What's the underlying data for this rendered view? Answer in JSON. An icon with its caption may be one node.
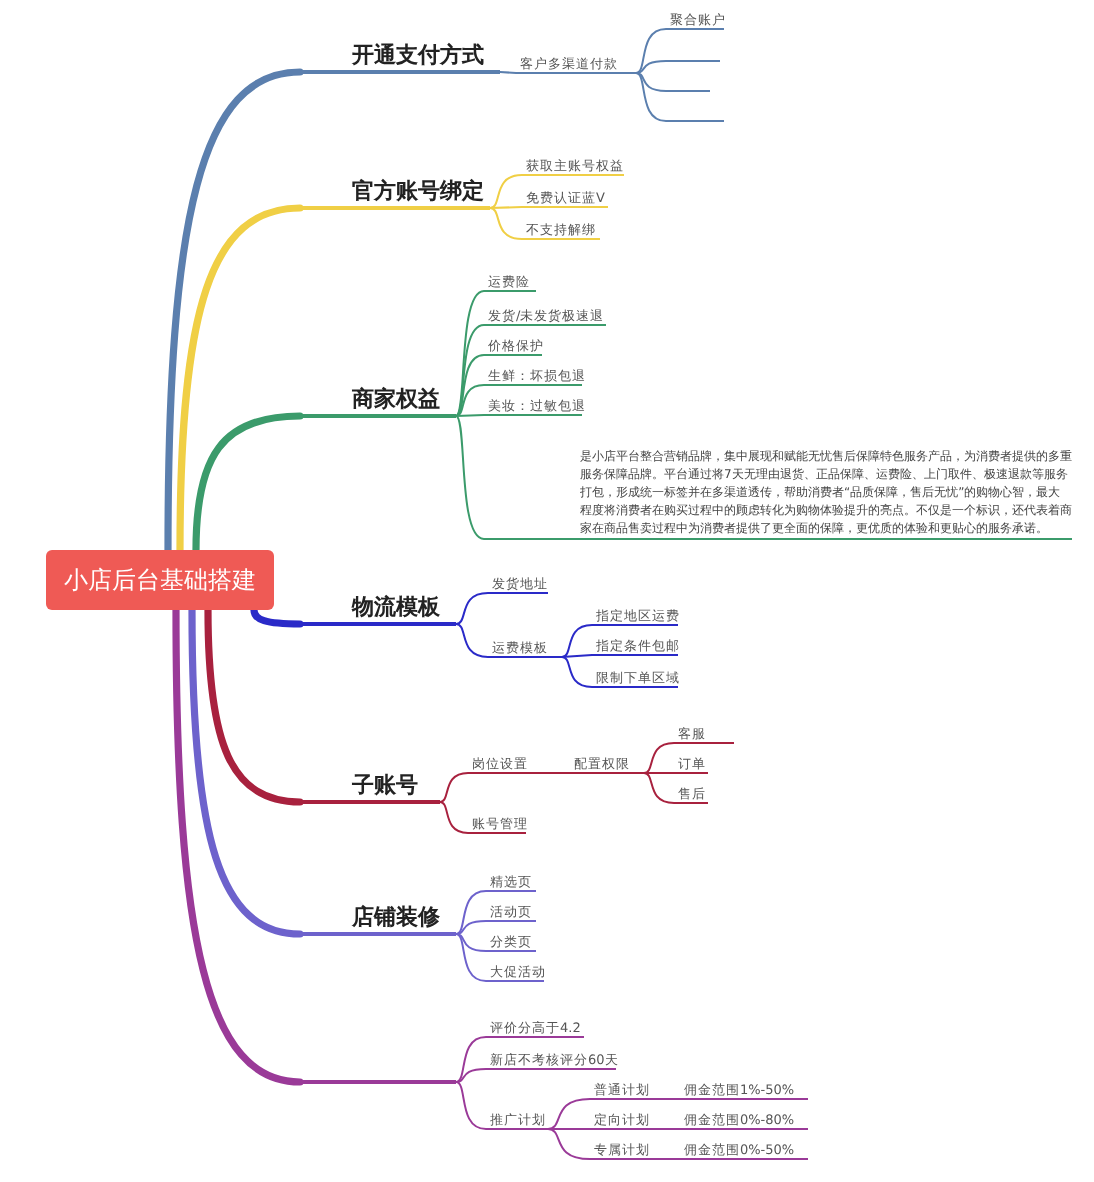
{
  "diagram": {
    "nodes": [
      {
        "text": [
          "小店后台基础搭建"
        ]
      },
      {
        "text": [
          "开通支付方式"
        ]
      },
      {
        "text": [
          "客户多渠道付款"
        ]
      },
      {
        "text": [
          "聚合账户"
        ]
      },
      {
        "text": [],
        "shape": "line"
      },
      {
        "text": [],
        "shape": "line"
      },
      {
        "text": [],
        "shape": "line"
      },
      {
        "text": [
          "官方账号绑定"
        ]
      },
      {
        "text": [
          "获取主账号权益"
        ]
      },
      {
        "text": [
          "免费认证蓝V"
        ]
      },
      {
        "text": [
          "不支持解绑"
        ]
      },
      {
        "text": [
          "商家权益"
        ]
      },
      {
        "text": [
          "运费险"
        ]
      },
      {
        "text": [
          "发货/未发货极速退"
        ]
      },
      {
        "text": [
          "价格保护"
        ]
      },
      {
        "text": [
          "生鲜：坏损包退"
        ]
      },
      {
        "text": [
          "美妆：过敏包退"
        ]
      },
      {
        "text": [],
        "shape": "line"
      },
      {
        "text": [
          "是小店平台整合营销品牌，集中展现和赋能无忧售后保障特色服务产品，为消费者提供的多重服务保障品牌。平台通过将7天无理由退货、正品保障、运费险、上门取件、极速退款等服务打包，形成统一标签并在多渠道透传，帮助消费者“品质保障，售后无忧”的购物心智，最大程度将消费者在购买过程中的顾虑转化为购物体验提升的亮点。不仅是一个标识，还代表着商家在商品售卖过程中为消费者提供了更全面的保障，更优质的体验和更贴心的服务承诺。"
        ]
      },
      {
        "text": [
          "物流模板"
        ]
      },
      {
        "text": [
          "发货地址"
        ]
      },
      {
        "text": [
          "运费模板"
        ]
      },
      {
        "text": [
          "指定地区运费"
        ]
      },
      {
        "text": [
          "指定条件包邮"
        ]
      },
      {
        "text": [
          "限制下单区域"
        ]
      },
      {
        "text": [
          "子账号"
        ]
      },
      {
        "text": [
          "岗位设置"
        ]
      },
      {
        "text": [
          "配置权限"
        ]
      },
      {
        "text": [
          "客服"
        ]
      },
      {
        "text": [
          "订单"
        ]
      },
      {
        "text": [
          "售后"
        ]
      },
      {
        "text": [
          "账号管理"
        ]
      },
      {
        "text": [
          "店铺装修"
        ]
      },
      {
        "text": [
          "精选页"
        ]
      },
      {
        "text": [
          "活动页"
        ]
      },
      {
        "text": [
          "分类页"
        ]
      },
      {
        "text": [
          "大促活动"
        ]
      },
      {
        "text": [],
        "shape": "line"
      },
      {
        "text": [
          "评价分高于4.2"
        ]
      },
      {
        "text": [
          "新店不考核评分60天"
        ]
      },
      {
        "text": [
          "推广计划"
        ]
      },
      {
        "text": [
          "普通计划"
        ]
      },
      {
        "text": [
          "佣金范围1%-50%"
        ]
      },
      {
        "text": [
          "定向计划"
        ]
      },
      {
        "text": [
          "佣金范围0%-80%"
        ]
      },
      {
        "text": [
          "专属计划"
        ]
      },
      {
        "text": [
          "佣金范围0%-50%"
        ]
      }
    ],
    "edges": [
      {
        "from": 0,
        "to": 1,
        "arrow": "none",
        "style": "thick",
        "color": "#5b7fae"
      },
      {
        "from": 1,
        "to": 2,
        "arrow": "none",
        "color": "#5b7fae"
      },
      {
        "from": 2,
        "to": 3,
        "arrow": "none",
        "color": "#5b7fae"
      },
      {
        "from": 2,
        "to": 4,
        "arrow": "none",
        "color": "#5b7fae"
      },
      {
        "from": 2,
        "to": 5,
        "arrow": "none",
        "color": "#5b7fae"
      },
      {
        "from": 2,
        "to": 6,
        "arrow": "none",
        "color": "#5b7fae"
      },
      {
        "from": 0,
        "to": 7,
        "arrow": "none",
        "style": "thick",
        "color": "#f0cf45"
      },
      {
        "from": 7,
        "to": 8,
        "arrow": "none",
        "color": "#f0cf45"
      },
      {
        "from": 7,
        "to": 9,
        "arrow": "none",
        "color": "#f0cf45"
      },
      {
        "from": 7,
        "to": 10,
        "arrow": "none",
        "color": "#f0cf45"
      },
      {
        "from": 0,
        "to": 11,
        "arrow": "none",
        "style": "thick",
        "color": "#3b9b6b"
      },
      {
        "from": 11,
        "to": 12,
        "arrow": "none",
        "color": "#3b9b6b"
      },
      {
        "from": 11,
        "to": 13,
        "arrow": "none",
        "color": "#3b9b6b"
      },
      {
        "from": 11,
        "to": 14,
        "arrow": "none",
        "color": "#3b9b6b"
      },
      {
        "from": 11,
        "to": 15,
        "arrow": "none",
        "color": "#3b9b6b"
      },
      {
        "from": 11,
        "to": 16,
        "arrow": "none",
        "color": "#3b9b6b"
      },
      {
        "from": 11,
        "to": 17,
        "arrow": "none",
        "color": "#3b9b6b"
      },
      {
        "from": 17,
        "to": 18,
        "arrow": "none",
        "color": "#3b9b6b"
      },
      {
        "from": 0,
        "to": 19,
        "arrow": "none",
        "style": "thick",
        "color": "#2a2ac8"
      },
      {
        "from": 19,
        "to": 20,
        "arrow": "none",
        "color": "#2a2ac8"
      },
      {
        "from": 19,
        "to": 21,
        "arrow": "none",
        "color": "#2a2ac8"
      },
      {
        "from": 21,
        "to": 22,
        "arrow": "none",
        "color": "#2a2ac8"
      },
      {
        "from": 21,
        "to": 23,
        "arrow": "none",
        "color": "#2a2ac8"
      },
      {
        "from": 21,
        "to": 24,
        "arrow": "none",
        "color": "#2a2ac8"
      },
      {
        "from": 0,
        "to": 25,
        "arrow": "none",
        "style": "thick",
        "color": "#a8213e"
      },
      {
        "from": 25,
        "to": 26,
        "arrow": "none",
        "color": "#a8213e"
      },
      {
        "from": 26,
        "to": 27,
        "arrow": "none",
        "color": "#a8213e"
      },
      {
        "from": 27,
        "to": 28,
        "arrow": "none",
        "color": "#a8213e"
      },
      {
        "from": 27,
        "to": 29,
        "arrow": "none",
        "color": "#a8213e"
      },
      {
        "from": 27,
        "to": 30,
        "arrow": "none",
        "color": "#a8213e"
      },
      {
        "from": 25,
        "to": 31,
        "arrow": "none",
        "color": "#a8213e"
      },
      {
        "from": 0,
        "to": 32,
        "arrow": "none",
        "style": "thick",
        "color": "#6d62cc"
      },
      {
        "from": 32,
        "to": 33,
        "arrow": "none",
        "color": "#6d62cc"
      },
      {
        "from": 32,
        "to": 34,
        "arrow": "none",
        "color": "#6d62cc"
      },
      {
        "from": 32,
        "to": 35,
        "arrow": "none",
        "color": "#6d62cc"
      },
      {
        "from": 32,
        "to": 36,
        "arrow": "none",
        "color": "#6d62cc"
      },
      {
        "from": 0,
        "to": 37,
        "arrow": "none",
        "style": "thick",
        "color": "#9a3a98"
      },
      {
        "from": 37,
        "to": 38,
        "arrow": "none",
        "color": "#9a3a98"
      },
      {
        "from": 37,
        "to": 39,
        "arrow": "none",
        "color": "#9a3a98"
      },
      {
        "from": 37,
        "to": 40,
        "arrow": "none",
        "color": "#9a3a98"
      },
      {
        "from": 40,
        "to": 41,
        "arrow": "none",
        "color": "#9a3a98"
      },
      {
        "from": 41,
        "to": 42,
        "arrow": "none",
        "color": "#9a3a98"
      },
      {
        "from": 40,
        "to": 43,
        "arrow": "none",
        "color": "#9a3a98"
      },
      {
        "from": 43,
        "to": 44,
        "arrow": "none",
        "color": "#9a3a98"
      },
      {
        "from": 40,
        "to": 45,
        "arrow": "none",
        "color": "#9a3a98"
      },
      {
        "from": 45,
        "to": 46,
        "arrow": "none",
        "color": "#9a3a98"
      }
    ]
  }
}
